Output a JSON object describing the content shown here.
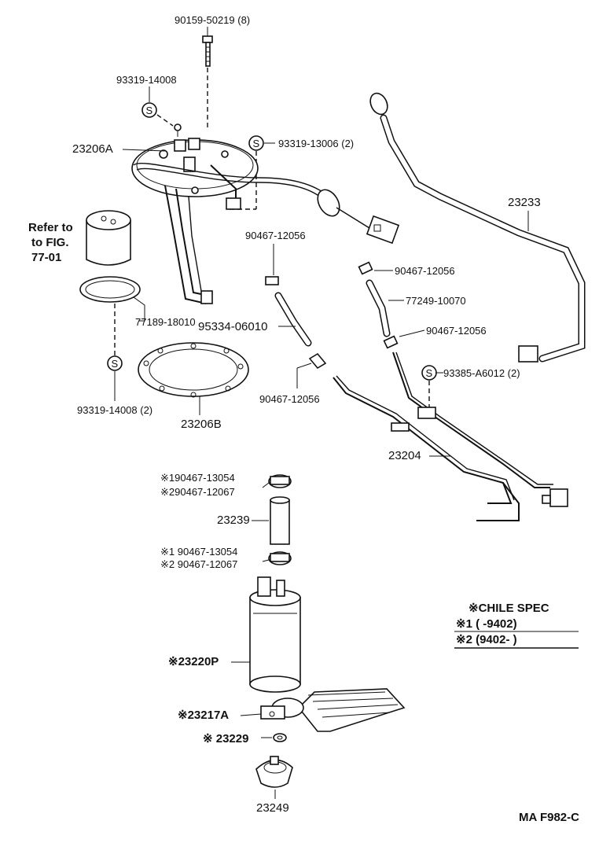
{
  "labels": {
    "bolt": "90159-50219 (8)",
    "washer_top": "93319-14008",
    "washer_right": "93319-13006 (2)",
    "plate": "23206A",
    "refer_1": "Refer to",
    "refer_2": "to FIG.",
    "refer_3": "77-01",
    "clamp_a": "90467-12056",
    "hose_a": "95334-06010",
    "gasket": "77189-18010",
    "clamp_b": "90467-12056",
    "washer_bottom": "93319-14008 (2)",
    "gasket_plate": "23206B",
    "cable": "23233",
    "clamp_c": "90467-12056",
    "hose_b": "77249-10070",
    "clamp_d": "90467-12056",
    "bracket_bolt": "93385-A6012 (2)",
    "tube": "23204",
    "clamp_top_1": "※190467-13054",
    "clamp_top_2": "※290467-12067",
    "hose_c": "23239",
    "clamp_bot_1": "※1 90467-13054",
    "clamp_bot_2": "※2 90467-12067",
    "pump": "※23220P",
    "filter": "※23217A",
    "cushion": "※ 23229",
    "support": "23249",
    "spec_title": "※CHILE SPEC",
    "spec_1": "※1 (        -9402)",
    "spec_2": "※2 (9402-          )",
    "figure_code": "MA F982-C",
    "s_mark": "S"
  }
}
